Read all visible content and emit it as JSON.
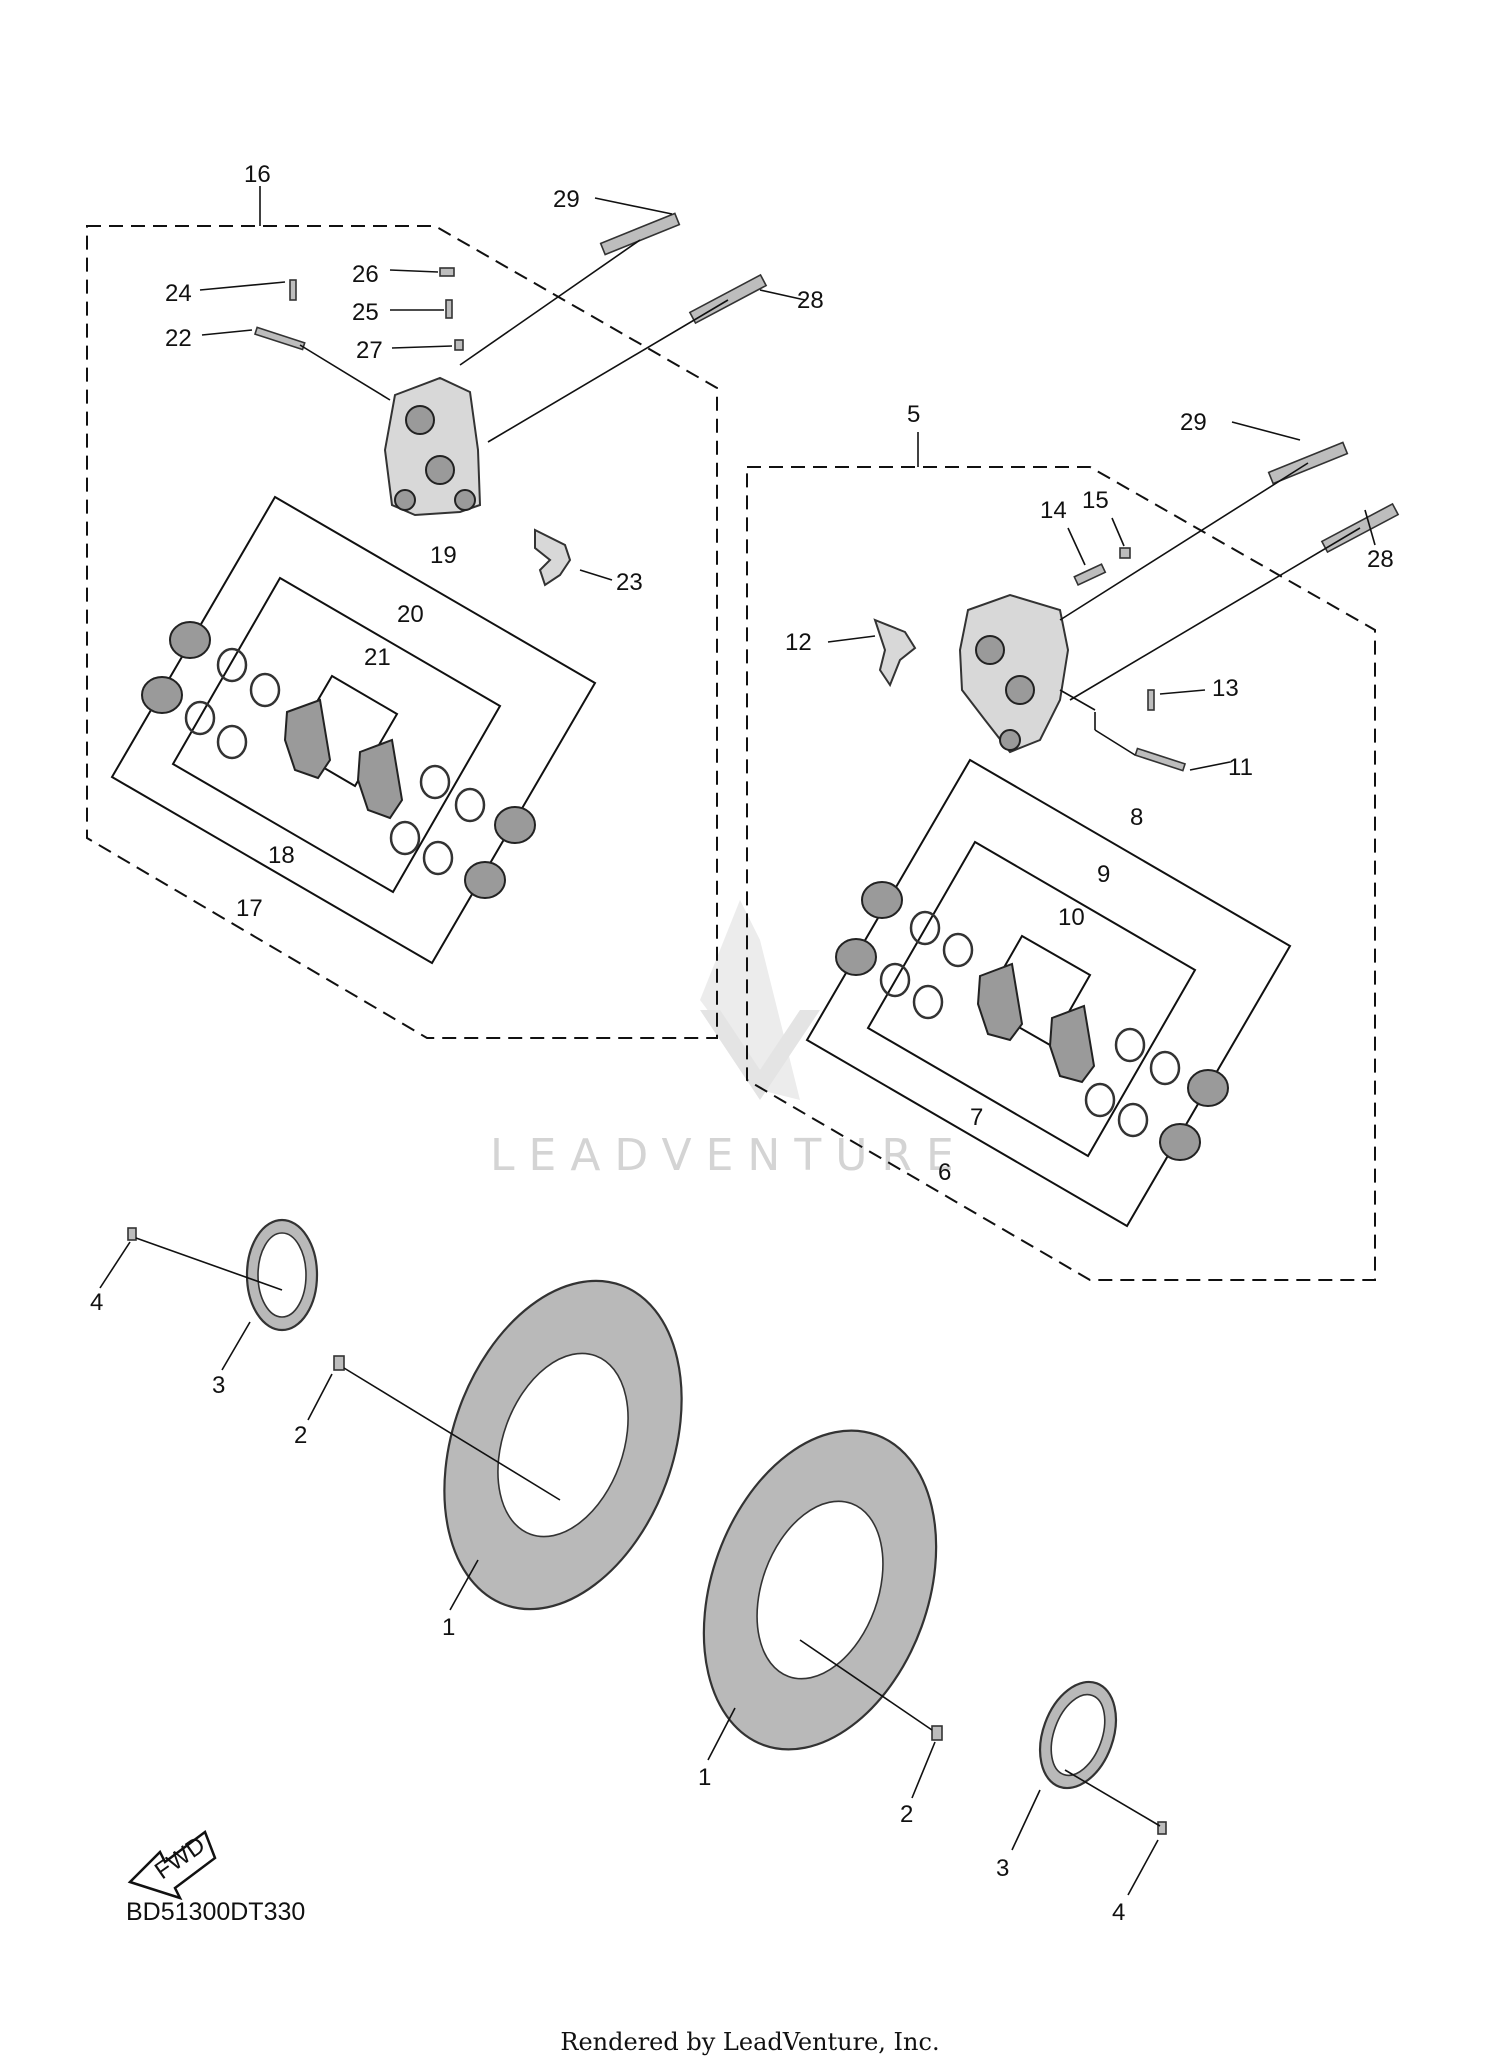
{
  "diagram": {
    "code": "BD51300DT330",
    "credit": "Rendered by LeadVenture, Inc.",
    "watermark": "LEADVENTURE",
    "fwd_label": "FWD"
  },
  "callouts": {
    "left_caliper": [
      "16",
      "29",
      "28",
      "24",
      "26",
      "25",
      "22",
      "27",
      "19",
      "20",
      "21",
      "23",
      "18",
      "17"
    ],
    "right_caliper": [
      "5",
      "29",
      "28",
      "14",
      "15",
      "12",
      "13",
      "11",
      "8",
      "9",
      "10",
      "7",
      "6"
    ],
    "discs": [
      "4",
      "3",
      "2",
      "1",
      "1",
      "2",
      "3",
      "4"
    ]
  },
  "colors": {
    "line": "#111111",
    "part_fill": "#d8d8d8",
    "disc_fill": "#b9b9b9",
    "watermark": "#d4d4d4"
  }
}
